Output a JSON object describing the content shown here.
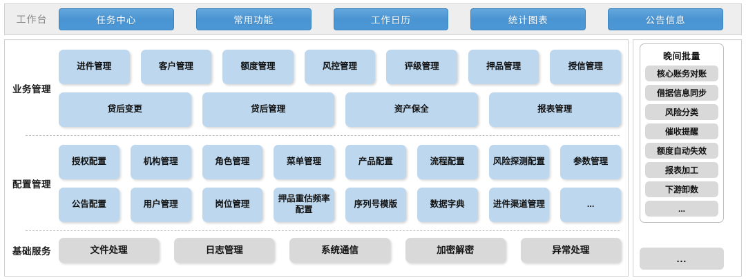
{
  "topbar": {
    "label": "工作台",
    "tabs": [
      {
        "label": "任务中心"
      },
      {
        "label": "常用功能"
      },
      {
        "label": "工作日历"
      },
      {
        "label": "统计图表"
      },
      {
        "label": "公告信息"
      }
    ]
  },
  "sections": [
    {
      "label": "业务管理",
      "rows": [
        [
          {
            "label": "进件管理"
          },
          {
            "label": "客户管理"
          },
          {
            "label": "额度管理"
          },
          {
            "label": "风控管理"
          },
          {
            "label": "评级管理"
          },
          {
            "label": "押品管理"
          },
          {
            "label": "授信管理"
          }
        ],
        [
          {
            "label": "贷后变更",
            "wide": true
          },
          {
            "label": "贷后管理",
            "wide": true
          },
          {
            "label": "资产保全",
            "wide": true
          },
          {
            "label": "报表管理",
            "wide": true
          }
        ]
      ]
    },
    {
      "label": "配置管理",
      "rows": [
        [
          {
            "label": "授权配置"
          },
          {
            "label": "机构管理"
          },
          {
            "label": "角色管理"
          },
          {
            "label": "菜单管理"
          },
          {
            "label": "产品配置"
          },
          {
            "label": "流程配置"
          },
          {
            "label": "风险探测配置"
          },
          {
            "label": "参数管理"
          }
        ],
        [
          {
            "label": "公告配置"
          },
          {
            "label": "用户管理"
          },
          {
            "label": "岗位管理"
          },
          {
            "label": "押品重估频率配置"
          },
          {
            "label": "序列号模版"
          },
          {
            "label": "数据字典"
          },
          {
            "label": "进件渠道管理"
          },
          {
            "label": "..."
          }
        ]
      ]
    },
    {
      "label": "基础服务",
      "rows": [
        [
          {
            "label": "文件处理"
          },
          {
            "label": "日志管理"
          },
          {
            "label": "系统通信"
          },
          {
            "label": "加密解密"
          },
          {
            "label": "异常处理"
          }
        ]
      ]
    }
  ],
  "sidebar": {
    "title": "晚间批量",
    "items": [
      {
        "label": "核心账务对账"
      },
      {
        "label": "借据信息同步"
      },
      {
        "label": "风险分类"
      },
      {
        "label": "催收提醒"
      },
      {
        "label": "额度自动失效"
      },
      {
        "label": "报表加工"
      },
      {
        "label": "下游卸数"
      },
      {
        "label": "..."
      }
    ],
    "extra": {
      "label": "..."
    }
  },
  "colors": {
    "tile_blue": "#bdd7ee",
    "tile_gray": "#d9d9d9",
    "tab_blue": "#4a94d2",
    "topbar_bg": "#eeeeee",
    "panel_border": "#cfcfcf"
  }
}
